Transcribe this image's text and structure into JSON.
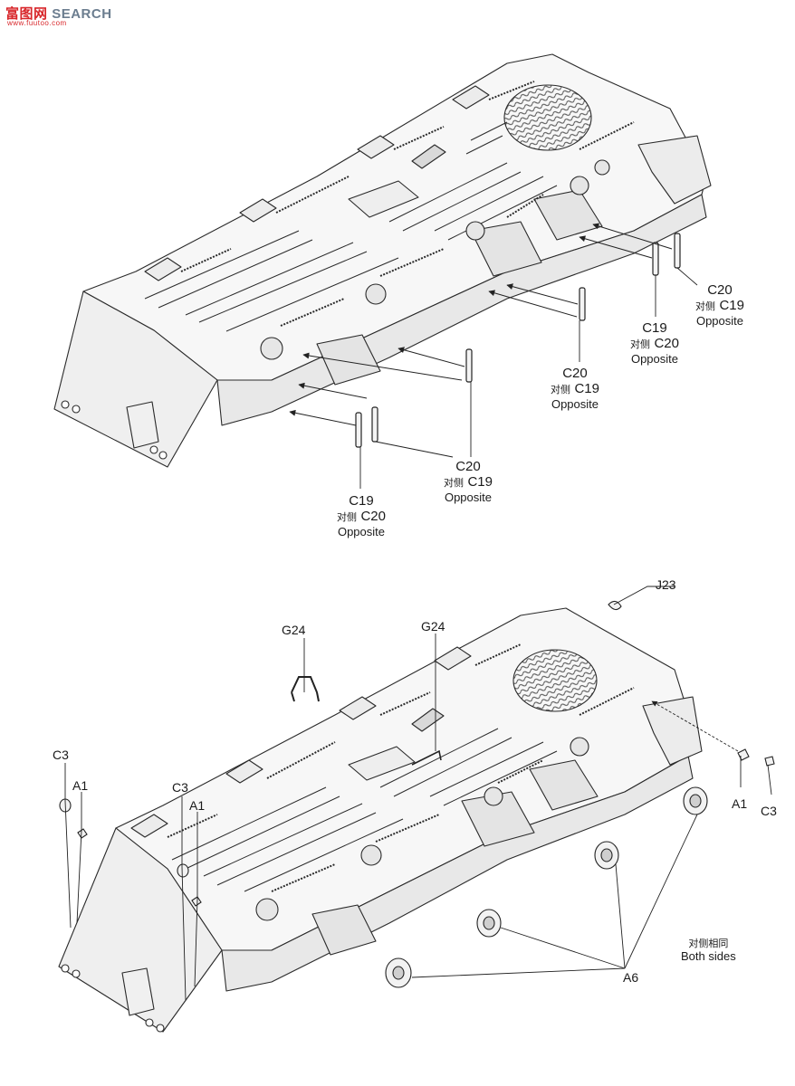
{
  "watermark": {
    "logo_text": "富图网",
    "brand_text": "SEARCH",
    "site_text": "www.fuutoo.com"
  },
  "colors": {
    "line": "#2a2a2a",
    "fill": "#f7f7f7",
    "shade": "#d9d9d9",
    "grille": "#555555",
    "watermark_red": "#d8262a",
    "watermark_blue": "#3c7fd0"
  },
  "upper_step": {
    "callouts": [
      {
        "part": "C20",
        "cn": "对侧",
        "opposite": "C19",
        "note": "Opposite"
      },
      {
        "part": "C19",
        "cn": "对侧",
        "opposite": "C20",
        "note": "Opposite"
      },
      {
        "part": "C20",
        "cn": "对侧",
        "opposite": "C19",
        "note": "Opposite"
      },
      {
        "part": "C20",
        "cn": "对侧",
        "opposite": "C19",
        "note": "Opposite"
      },
      {
        "part": "C19",
        "cn": "对侧",
        "opposite": "C20",
        "note": "Opposite"
      }
    ]
  },
  "lower_step": {
    "parts": {
      "j23": "J23",
      "g24_left": "G24",
      "g24_right": "G24",
      "c3_left": "C3",
      "a1_left": "A1",
      "c3_mid": "C3",
      "a1_mid": "A1",
      "a1_right": "A1",
      "c3_right": "C3",
      "a6": "A6"
    },
    "both_sides": {
      "cn": "对侧相同",
      "en": "Both sides"
    }
  }
}
